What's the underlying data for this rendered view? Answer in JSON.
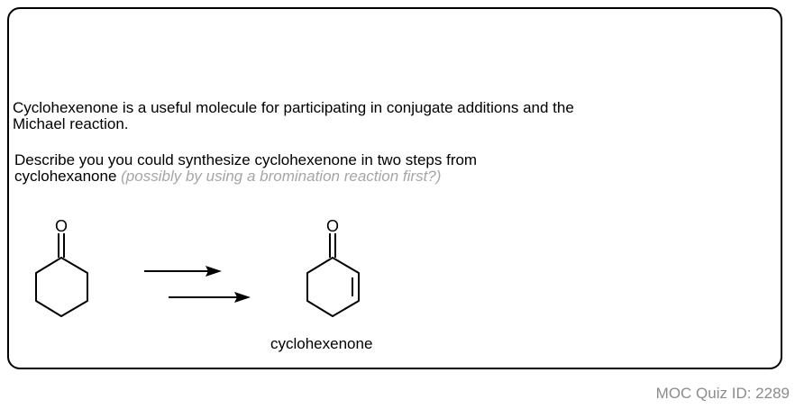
{
  "question": {
    "intro": "Cyclohexenone is a useful molecule for participating in conjugate additions and the Michael reaction.",
    "prompt_line1": "Describe you you could synthesize cyclohexenone in two steps from",
    "prompt_line2": "cyclohexanone ",
    "hint": "(possibly by using a bromination reaction first?)"
  },
  "scheme": {
    "start_oxygen_label": "O",
    "product_oxygen_label": "O",
    "product_name": "cyclohexenone"
  },
  "footer": {
    "quiz_id": "MOC Quiz ID: 2289"
  },
  "colors": {
    "hint": "#a6a6a6",
    "quiz_id": "#8c8c8c",
    "border": "#000000"
  }
}
